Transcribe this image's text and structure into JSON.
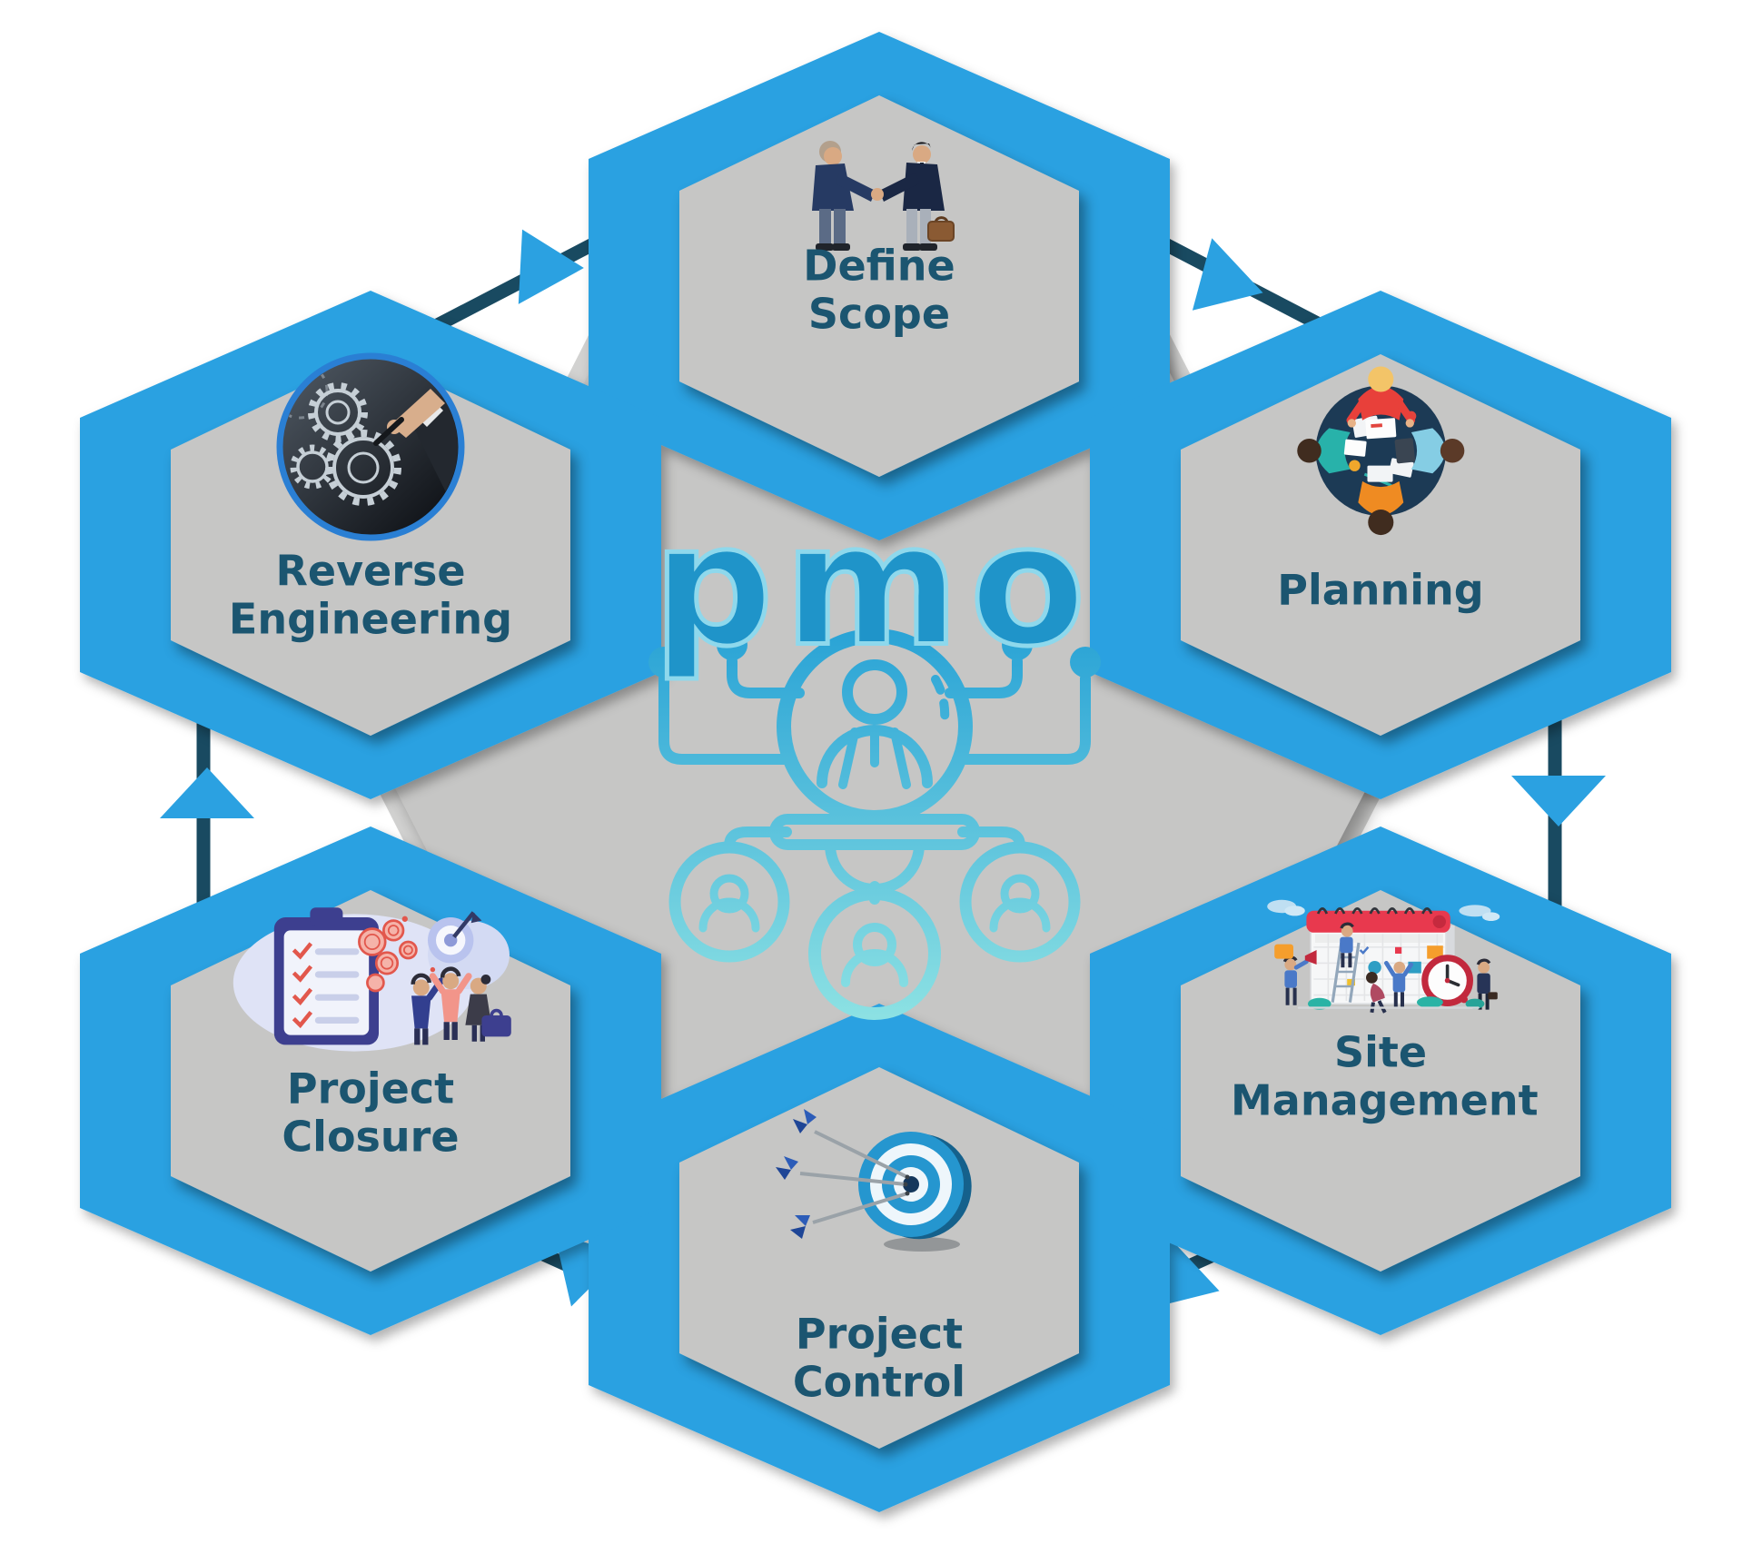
{
  "diagram": {
    "type": "hexagon-cycle-infographic",
    "background_color": "#ffffff",
    "center": {
      "logo_text": "pmo",
      "logo_color": "#1f94c9",
      "logo_outline_color": "#8ed8ec",
      "icon": "manager-org-chart-icon",
      "icon_gradient_top": "#1d9bd4",
      "icon_gradient_bottom": "#8ce1e3",
      "hexagon_fill": "#c6c6c5"
    },
    "nodes": [
      {
        "id": "define-scope",
        "label": "Define Scope",
        "position": "top",
        "icon": "handshake-businessmen-illustration"
      },
      {
        "id": "planning",
        "label": "Planning",
        "position": "top-right",
        "icon": "team-round-table-illustration"
      },
      {
        "id": "site-management",
        "label": "Site Management",
        "position": "bottom-right",
        "icon": "calendar-schedule-clock-illustration"
      },
      {
        "id": "project-control",
        "label": "Project Control",
        "position": "bottom",
        "icon": "darts-on-target-illustration"
      },
      {
        "id": "project-closure",
        "label": "Project Closure",
        "position": "bottom-left",
        "icon": "checklist-clipboard-team-illustration"
      },
      {
        "id": "reverse-engineering",
        "label": "Reverse Engineering",
        "position": "top-left",
        "icon": "gears-hand-photo"
      }
    ],
    "styles": {
      "tile_fill": "#c6c6c5",
      "frame_fill": "#2ba1e1",
      "ring_color": "#194a61",
      "arrow_color": "#2ba1e1",
      "label_color": "#1b5570"
    },
    "ring": {
      "segments": 6,
      "arrow_count": 6
    }
  }
}
